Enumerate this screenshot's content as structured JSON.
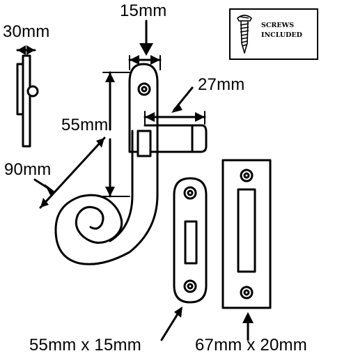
{
  "dimensions": {
    "pin_width": "15mm",
    "width_top_left": "30mm",
    "catch_length": "27mm",
    "plate_height": "55mm",
    "overall_length": "90mm",
    "keep_plate_size": "55mm x 15mm",
    "mortice_plate_size": "67mm x 20mm"
  },
  "badge": {
    "line1": "SCREWS",
    "line2": "INCLUDED",
    "icon": "screw-icon"
  },
  "colors": {
    "ink": "#000000",
    "background": "#ffffff"
  }
}
